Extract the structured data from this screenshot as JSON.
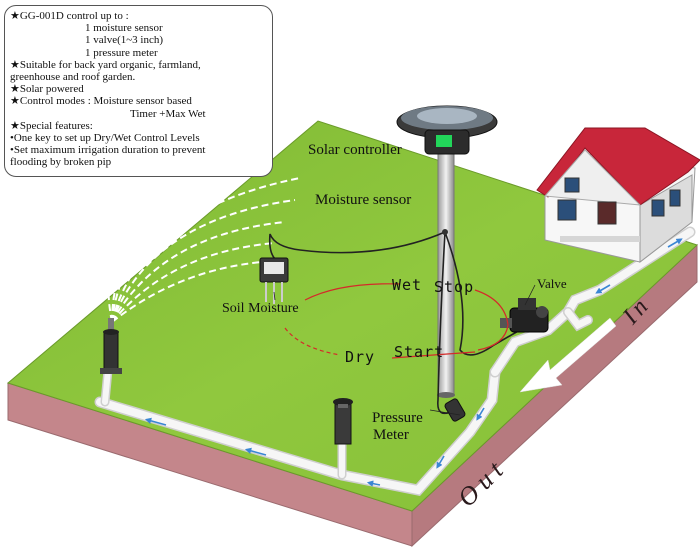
{
  "info": {
    "model_line": "★GG-001D   control up to :",
    "model_items": [
      "1 moisture sensor",
      "1 valve(1~3 inch)",
      "1 pressure meter"
    ],
    "suitable": [
      "★Suitable for back yard organic, farmland,",
      "greenhouse and roof garden."
    ],
    "solar": "★Solar powered",
    "control_modes_line": "★Control modes : Moisture sensor based",
    "control_modes_cont": "Timer +Max Wet",
    "special_title": "★Special features:",
    "special_items": [
      "•One key to set up Dry/Wet Control Levels",
      "•Set maximum irrigation duration to prevent",
      "flooding by broken pip"
    ]
  },
  "labels": {
    "solar_controller": "Solar controller",
    "moisture_sensor": "Moisture sensor",
    "soil_moisture": "Soil Moisture",
    "wet": "Wet",
    "stop": "Stop",
    "dry": "Dry",
    "start": "Start",
    "valve": "Valve",
    "pressure": "Pressure",
    "meter": "Meter",
    "in": "In",
    "out": "Out"
  },
  "colors": {
    "grass": "#8cc43c",
    "soil_side": "#c7858a",
    "soil_front": "#b8797e",
    "pipe": "#f4f4f4",
    "flow_arrow": "#3a86d4",
    "sensor_curve": "#d42a2a",
    "roof": "#c8263a",
    "screen": "#22d65a"
  }
}
